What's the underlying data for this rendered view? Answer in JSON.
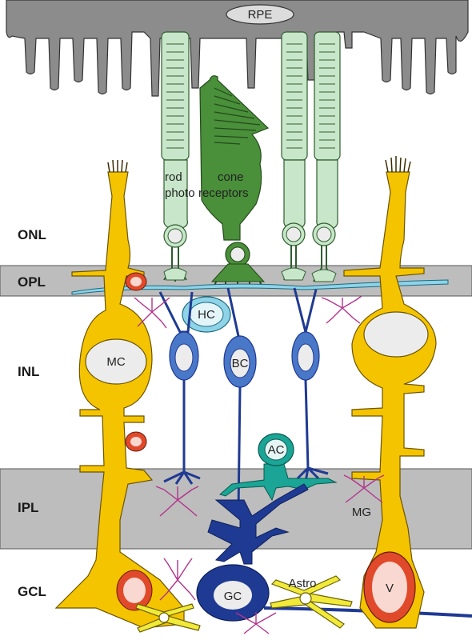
{
  "figure": {
    "layers": [
      {
        "id": "onl",
        "label": "ONL"
      },
      {
        "id": "opl",
        "label": "OPL"
      },
      {
        "id": "inl",
        "label": "INL"
      },
      {
        "id": "ipl",
        "label": "IPL"
      },
      {
        "id": "gcl",
        "label": "GCL"
      }
    ],
    "labels": {
      "rpe": "RPE",
      "rod": "rod",
      "cone": "cone",
      "photoreceptors_rod_part": "photo",
      "photoreceptors_cone_part": "receptors",
      "hc": "HC",
      "mc": "MC",
      "bc": "BC",
      "ac": "AC",
      "mg": "MG",
      "gc": "GC",
      "astro": "Astro",
      "v": "V"
    },
    "colors": {
      "rpe": "#8c8c8c",
      "plexiform_band": "#bdbdbd",
      "rod": "#c8e6c9",
      "cone": "#4a8f3a",
      "muller": "#f5c400",
      "horizontal": "#8fd3e8",
      "bipolar": "#4a78c8",
      "amacrine": "#1aa596",
      "ganglion": "#1f3a93",
      "microglia": "#b3338c",
      "astrocyte": "#f2ea3a",
      "vessel": "#e04a2a"
    }
  }
}
